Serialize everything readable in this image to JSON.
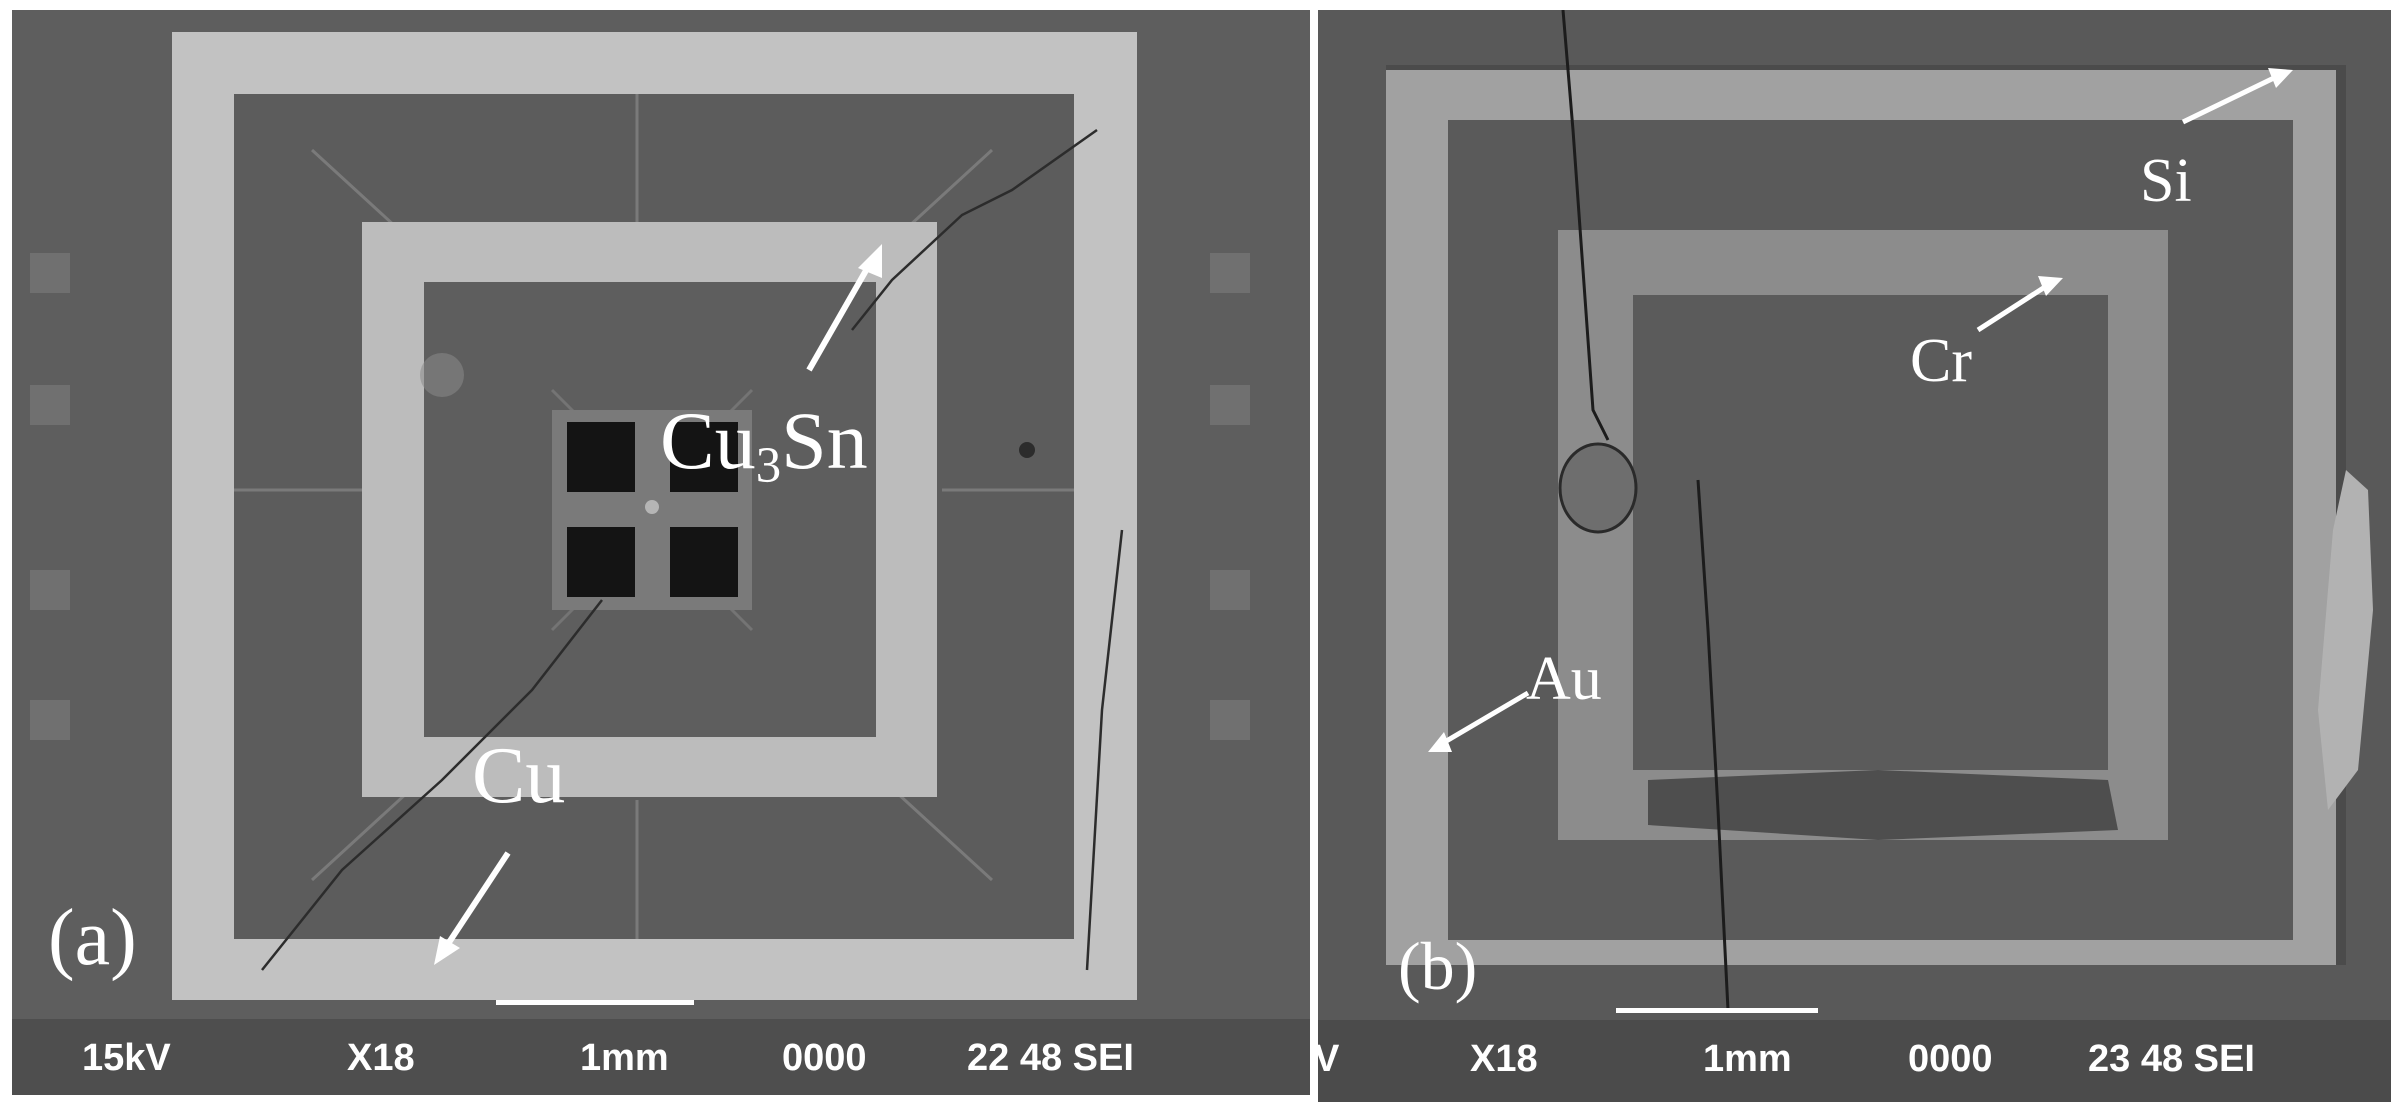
{
  "panels": [
    {
      "id": "a",
      "tag": "(a)",
      "annotations": {
        "cu3sn_base": "Cu",
        "cu3sn_sub": "3",
        "cu3sn_tail": "Sn",
        "cu": "Cu"
      },
      "databar": {
        "voltage": "15kV",
        "magnification": "X18",
        "scale": "1mm",
        "number": "0000",
        "info": "22 48 SEI"
      }
    },
    {
      "id": "b",
      "tag": "(b)",
      "annotations": {
        "si": "Si",
        "cr": "Cr",
        "au": "Au"
      },
      "databar": {
        "voltage_fragment": "V",
        "magnification": "X18",
        "scale": "1mm",
        "number": "0000",
        "info": "23 48 SEI"
      }
    }
  ],
  "colors": {
    "outer_ring": "#c4c4c4",
    "inner_ring": "#bdbdbd",
    "substrate": "#5a5a5a",
    "arrow": "#ffffff",
    "cr_frame": "#8e8e8e",
    "au_frame": "#a3a3a3"
  }
}
